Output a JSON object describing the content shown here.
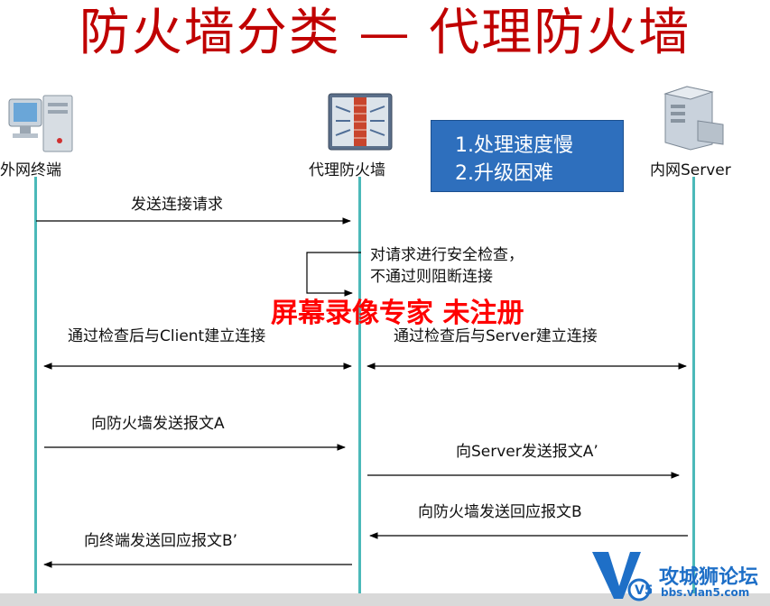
{
  "title": "防火墙分类 — 代理防火墙",
  "nodes": {
    "external": "外网终端",
    "proxy": "代理防火墙",
    "internal": "内网Server"
  },
  "note": [
    "1.处理速度慢",
    "2.升级困难"
  ],
  "messages": {
    "m1": "发送连接请求",
    "m2_line1": "对请求进行安全检查，",
    "m2_line2": "不通过则阻断连接",
    "m3": "通过检查后与Client建立连接",
    "m4": "通过检查后与Server建立连接",
    "m5": "向防火墙发送报文A",
    "m6": "向Server发送报文A’",
    "m7": "向防火墙发送回应报文B",
    "m8": "向终端发送回应报文B’"
  },
  "watermark": "屏幕录像专家  未注册",
  "brand": {
    "logo_text": "V5",
    "name": "攻城狮论坛",
    "url": "bbs.vlan5.com"
  },
  "colors": {
    "title": "#c00000",
    "lifeline": "#4bb9b9",
    "note_bg": "#2e6fbd",
    "watermark": "#ff0000",
    "brand": "#1e6fc7"
  }
}
